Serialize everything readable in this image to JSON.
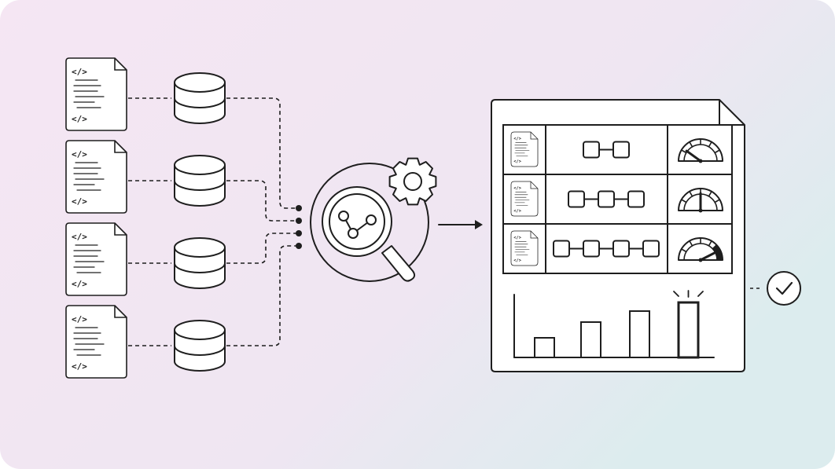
{
  "code_tag": "</>",
  "colors": {
    "background_start": "#f5e6f3",
    "background_mid": "#efe6f2",
    "background_end": "#dcecee",
    "stroke": "#1e1e1e",
    "fill": "#ffffff"
  },
  "icons": {
    "source_document": "code-file-icon",
    "database": "database-cylinder-icon",
    "analysis": "magnifier-chart-icon",
    "settings": "gear-icon",
    "arrow": "arrow-right-icon",
    "gauge": "speedometer-gauge-icon",
    "approval": "check-circle-icon"
  },
  "inputs": [
    {},
    {},
    {},
    {}
  ],
  "report": {
    "rows": [
      {
        "pipeline_stages": 2,
        "gauge_level": 0.2
      },
      {
        "pipeline_stages": 3,
        "gauge_level": 0.5
      },
      {
        "pipeline_stages": 4,
        "gauge_level": 0.85
      }
    ],
    "bars": [
      {
        "value": 0.3,
        "highlighted": false
      },
      {
        "value": 0.55,
        "highlighted": false
      },
      {
        "value": 0.72,
        "highlighted": false
      },
      {
        "value": 0.95,
        "highlighted": true
      }
    ]
  }
}
